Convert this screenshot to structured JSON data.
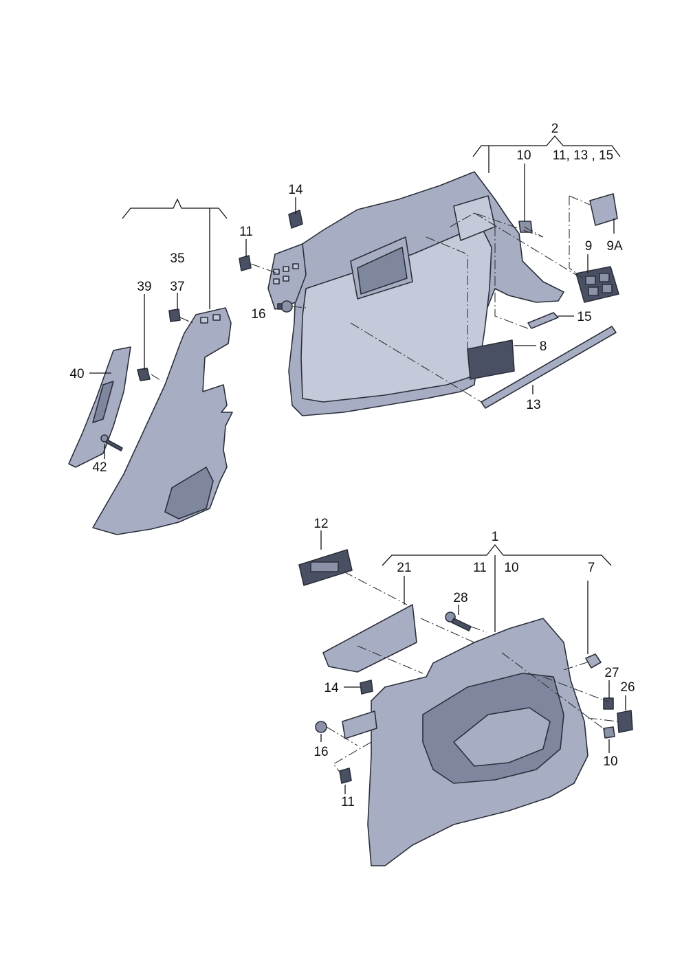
{
  "callouts": {
    "c2": "2",
    "c10_top": "10",
    "c11_13_15": "11, 13 , 15",
    "c14_top": "14",
    "c11_top": "11",
    "c16_top": "16",
    "c9": "9",
    "c9a": "9A",
    "c15": "15",
    "c8": "8",
    "c13": "13",
    "c35": "35",
    "c39": "39",
    "c37": "37",
    "c40": "40",
    "c42": "42",
    "c12": "12",
    "c1": "1",
    "c21": "21",
    "c11_mid": "11",
    "c10_mid": "10",
    "c7": "7",
    "c28": "28",
    "c27": "27",
    "c26": "26",
    "c14_bot": "14",
    "c16_bot": "16",
    "c11_bot": "11",
    "c10_bot": "10"
  },
  "colors": {
    "trim": "#a7aec4",
    "trim_dark": "#7f879f",
    "line": "#111111"
  }
}
